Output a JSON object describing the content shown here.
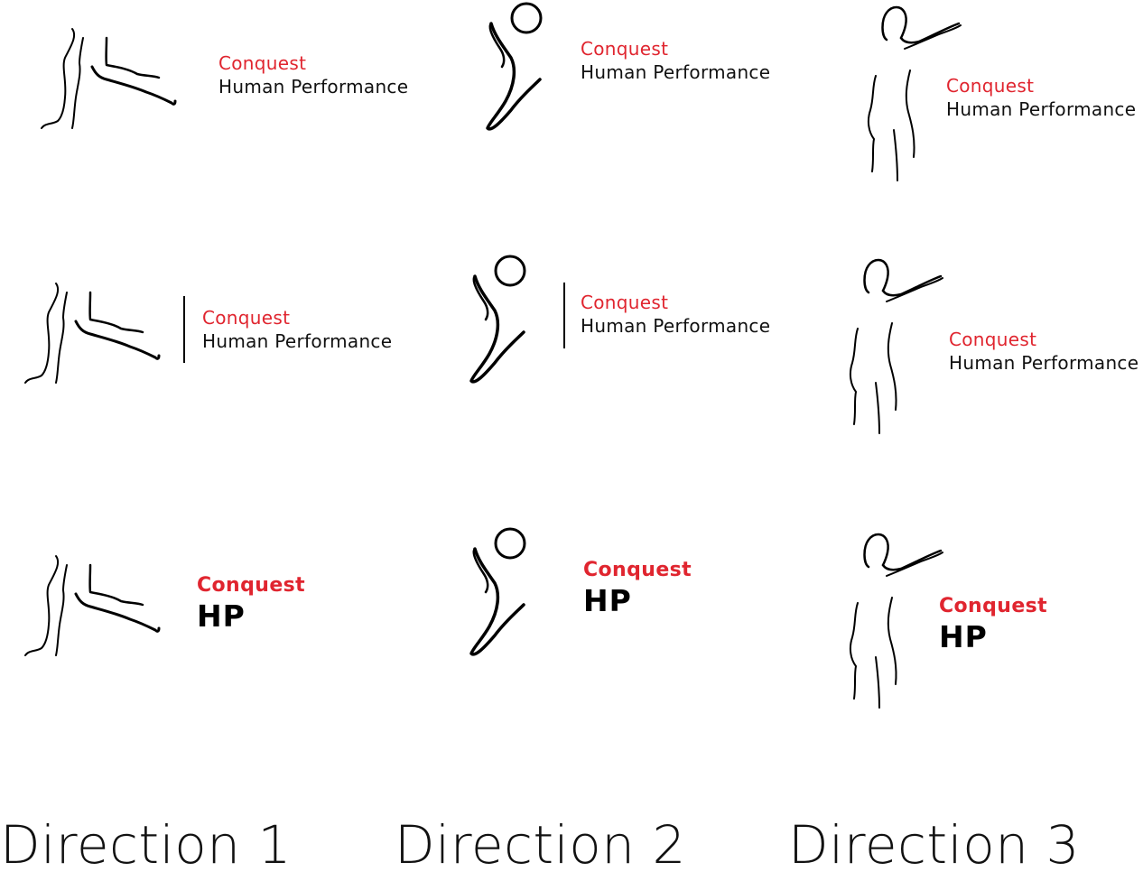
{
  "colors": {
    "brand_red": "#e0252f",
    "text_black": "#111111",
    "background": "#ffffff"
  },
  "logos": {
    "d1_row1": {
      "brand": "Conquest",
      "sub": "Human Performance",
      "mark": "legs-figure-icon"
    },
    "d2_row1": {
      "brand": "Conquest",
      "sub": "Human Performance",
      "mark": "jumping-figure-icon"
    },
    "d3_row1": {
      "brand": "Conquest",
      "sub": "Human Performance",
      "mark": "waving-figure-icon"
    },
    "d1_row2": {
      "brand": "Conquest",
      "sub": "Human Performance",
      "mark": "legs-figure-icon"
    },
    "d2_row2": {
      "brand": "Conquest",
      "sub": "Human Performance",
      "mark": "jumping-figure-icon"
    },
    "d3_row2": {
      "brand": "Conquest",
      "sub": "Human Performance",
      "mark": "waving-figure-icon"
    },
    "d1_row3": {
      "brand": "Conquest",
      "sub": "HP",
      "mark": "legs-figure-icon"
    },
    "d2_row3": {
      "brand": "Conquest",
      "sub": "HP",
      "mark": "jumping-figure-icon"
    },
    "d3_row3": {
      "brand": "Conquest",
      "sub": "HP",
      "mark": "waving-figure-icon"
    }
  },
  "directions": [
    "Direction 1",
    "Direction 2",
    "Direction 3"
  ]
}
